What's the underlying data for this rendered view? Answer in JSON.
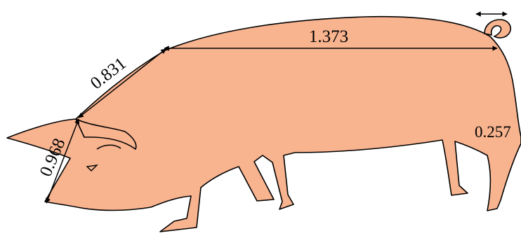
{
  "diagram": {
    "subject": "pig",
    "body_fill": "#f8b38f",
    "outline_color": "#000000",
    "measurements": [
      {
        "id": "back",
        "label": "1.373"
      },
      {
        "id": "neck",
        "label": "0.831"
      },
      {
        "id": "head",
        "label": "0.968"
      },
      {
        "id": "tail",
        "label": "0.257"
      }
    ]
  }
}
